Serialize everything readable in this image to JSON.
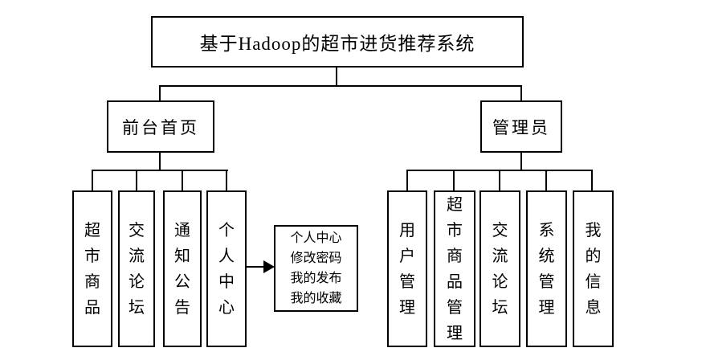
{
  "colors": {
    "line": "#000000",
    "background": "#ffffff",
    "text": "#000000"
  },
  "root": {
    "label": "基于Hadoop的超市进货推荐系统"
  },
  "level1": [
    {
      "label": "前台首页"
    },
    {
      "label": "管理员"
    }
  ],
  "front_children": [
    "超市商品",
    "交流论坛",
    "通知公告",
    "个人中心"
  ],
  "admin_children": [
    "用户管理",
    "超市商品管理",
    "交流论坛",
    "系统管理",
    "我的信息"
  ],
  "note": {
    "lines": [
      "个人中心",
      "修改密码",
      "我的发布",
      "我的收藏"
    ]
  }
}
